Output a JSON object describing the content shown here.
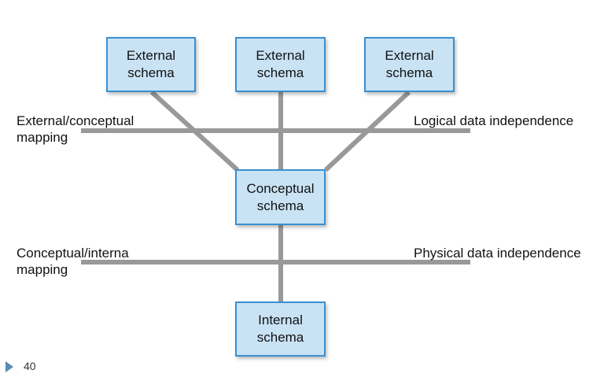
{
  "boxes": {
    "external_1": {
      "line1": "External",
      "line2": "schema"
    },
    "external_2": {
      "line1": "External",
      "line2": "schema"
    },
    "external_3": {
      "line1": "External",
      "line2": "schema"
    },
    "conceptual": {
      "line1": "Conceptual",
      "line2": "schema"
    },
    "internal": {
      "line1": "Internal",
      "line2": "schema"
    }
  },
  "labels": {
    "ext_conc_mapping_1": "External/conceptual",
    "ext_conc_mapping_2": "mapping",
    "logical_independence": "Logical data independence",
    "conc_int_mapping_1": "Conceptual/interna",
    "conc_int_mapping_2": "mapping",
    "physical_independence": "Physical data independence"
  },
  "footer": {
    "page_number": "40"
  },
  "colors": {
    "line": "#999999",
    "box_fill": "#c9e3f5",
    "box_border": "#3a8fd1"
  }
}
